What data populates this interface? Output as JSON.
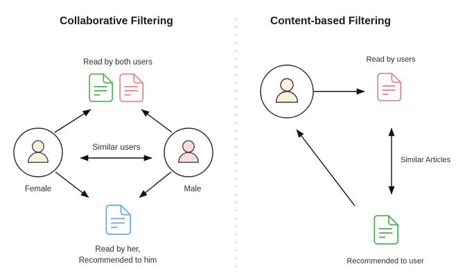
{
  "colors": {
    "doc_green": "#4caf50",
    "doc_red": "#ef7d88",
    "doc_blue": "#62aef2",
    "person_cream": "#fbf1e0",
    "person_pink": "#f9dbe1",
    "outline": "#2f2f2f",
    "arrow": "#111111",
    "divider": "#dcdcdc"
  },
  "left_panel": {
    "title": "Collaborative Filtering",
    "top_label": "Read by both users",
    "similar_label": "Similar users",
    "female_label": "Female",
    "male_label": "Male",
    "bottom_label_line1": "Read by her,",
    "bottom_label_line2": "Recommended to him",
    "icons": [
      {
        "name": "document-icon",
        "color": "green",
        "meaning": "article read by both users"
      },
      {
        "name": "document-icon",
        "color": "red",
        "meaning": "article read by both users"
      },
      {
        "name": "document-icon",
        "color": "blue",
        "meaning": "article read by her, recommended to him"
      },
      {
        "name": "person-icon",
        "color": "cream",
        "meaning": "female user"
      },
      {
        "name": "person-icon",
        "color": "pink",
        "meaning": "male user"
      }
    ]
  },
  "right_panel": {
    "title": "Content-based Filtering",
    "top_label": "Read by users",
    "similar_label": "Similar Articles",
    "bottom_label": "Recommended to user",
    "icons": [
      {
        "name": "person-icon",
        "color": "cream",
        "meaning": "user"
      },
      {
        "name": "document-icon",
        "color": "red",
        "meaning": "article read by users"
      },
      {
        "name": "document-icon",
        "color": "green",
        "meaning": "article recommended to user"
      }
    ]
  }
}
